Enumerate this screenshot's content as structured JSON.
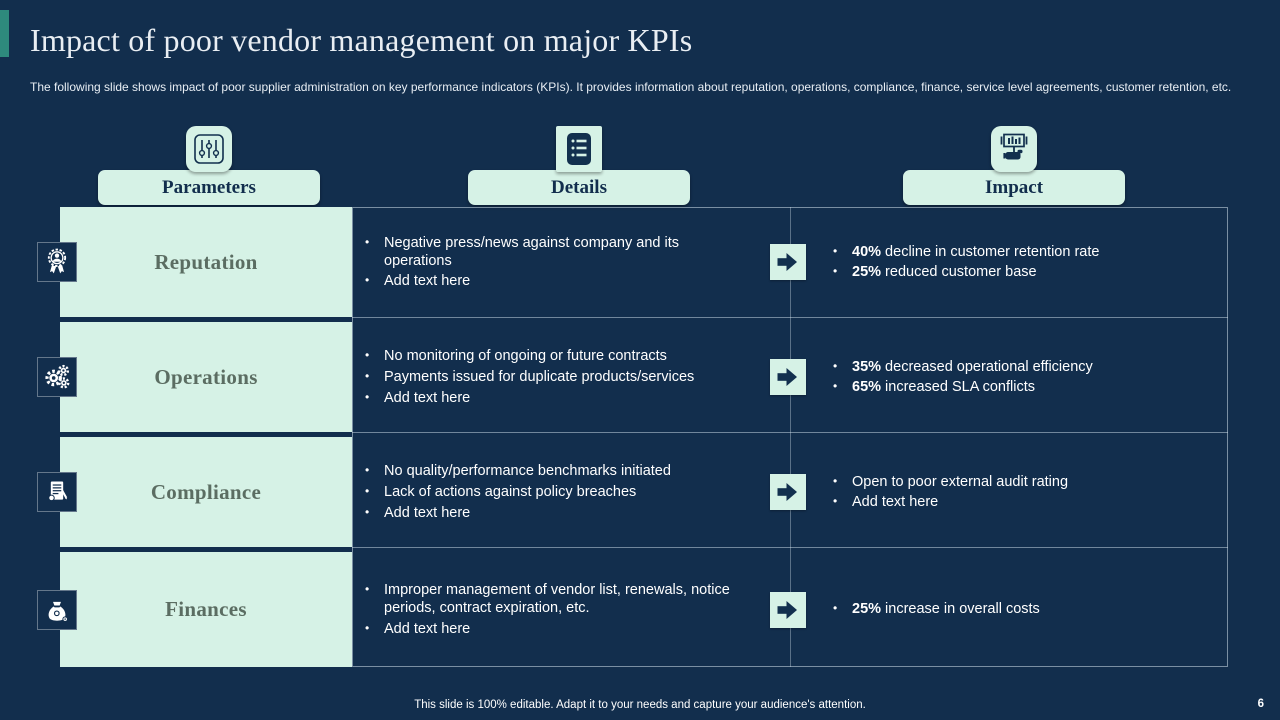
{
  "slide": {
    "title": "Impact of poor vendor management on major KPIs",
    "subtitle": "The following slide shows impact of poor supplier administration on key performance indicators (KPIs). It provides information about reputation, operations, compliance, finance, service level agreements, customer retention, etc.",
    "footer": "This slide is 100% editable. Adapt it to your needs and capture your audience's attention.",
    "page_number": "6"
  },
  "columns": [
    {
      "label": "Parameters",
      "icon": "sliders-icon"
    },
    {
      "label": "Details",
      "icon": "list-icon"
    },
    {
      "label": "Impact",
      "icon": "hand-chart-icon"
    }
  ],
  "rows": [
    {
      "parameter": "Reputation",
      "icon": "medal-icon",
      "details": [
        "Negative press/news against company and its operations",
        "Add text here"
      ],
      "impact": [
        {
          "em": "40%",
          "text": "decline in customer retention rate"
        },
        {
          "em": "25%",
          "text": "reduced customer base"
        }
      ]
    },
    {
      "parameter": "Operations",
      "icon": "gears-icon",
      "details": [
        "No monitoring of ongoing or future contracts",
        "Payments issued for duplicate products/services",
        "Add text here"
      ],
      "impact": [
        {
          "em": "35%",
          "text": "decreased operational efficiency"
        },
        {
          "em": "65%",
          "text": "increased SLA conflicts"
        }
      ]
    },
    {
      "parameter": "Compliance",
      "icon": "document-pen-icon",
      "details": [
        "No quality/performance benchmarks initiated",
        "Lack of actions against policy breaches",
        "Add text here"
      ],
      "impact": [
        {
          "em": "",
          "text": "Open to poor external audit rating"
        },
        {
          "em": "",
          "text": "Add text here"
        }
      ]
    },
    {
      "parameter": "Finances",
      "icon": "money-bag-icon",
      "details": [
        "Improper management of vendor list, renewals, notice periods, contract expiration, etc.",
        "Add text here"
      ],
      "impact": [
        {
          "em": "25%",
          "text": "increase in overall costs"
        }
      ]
    }
  ],
  "colors": {
    "background": "#122e4d",
    "mint": "#d6f2e6",
    "teal_accent": "#2e8a7d",
    "row_label": "#5b6d62"
  }
}
